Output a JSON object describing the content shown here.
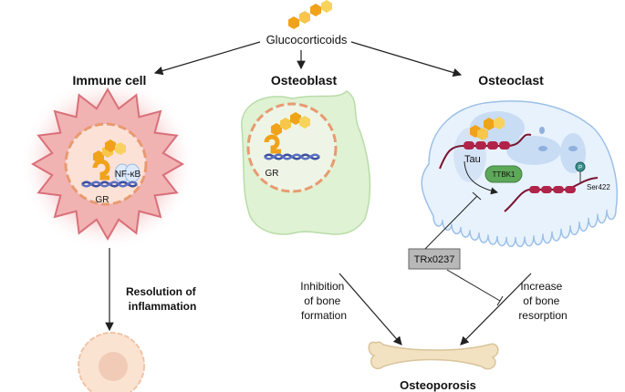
{
  "top": {
    "label": "Glucocorticoids"
  },
  "cells": {
    "immune": {
      "title": "Immune cell",
      "gr": "GR",
      "nfkb": "NF-κB"
    },
    "osteoblast": {
      "title": "Osteoblast",
      "gr": "GR"
    },
    "osteoclast": {
      "title": "Osteoclast",
      "tau": "Tau",
      "ttbk1": "TTBK1",
      "ser": "Ser422",
      "p": "P"
    }
  },
  "drug": {
    "label": "TRx0237"
  },
  "outcomes": {
    "resolution": [
      "Resolution of",
      "inflammation"
    ],
    "inhibition": [
      "Inhibition",
      "of bone",
      "formation"
    ],
    "increase": [
      "Increase",
      "of bone",
      "resorption"
    ],
    "final": "Osteoporosis"
  },
  "colors": {
    "immune": "#f2b8b8",
    "osteoblast": "#dff2d3",
    "osteoclast": "#e8f2fc",
    "hormone": "#f0a21a",
    "tau": "#b0244a",
    "ttbk1": "#5ea85a",
    "drug_box": "#b8b8b8"
  }
}
